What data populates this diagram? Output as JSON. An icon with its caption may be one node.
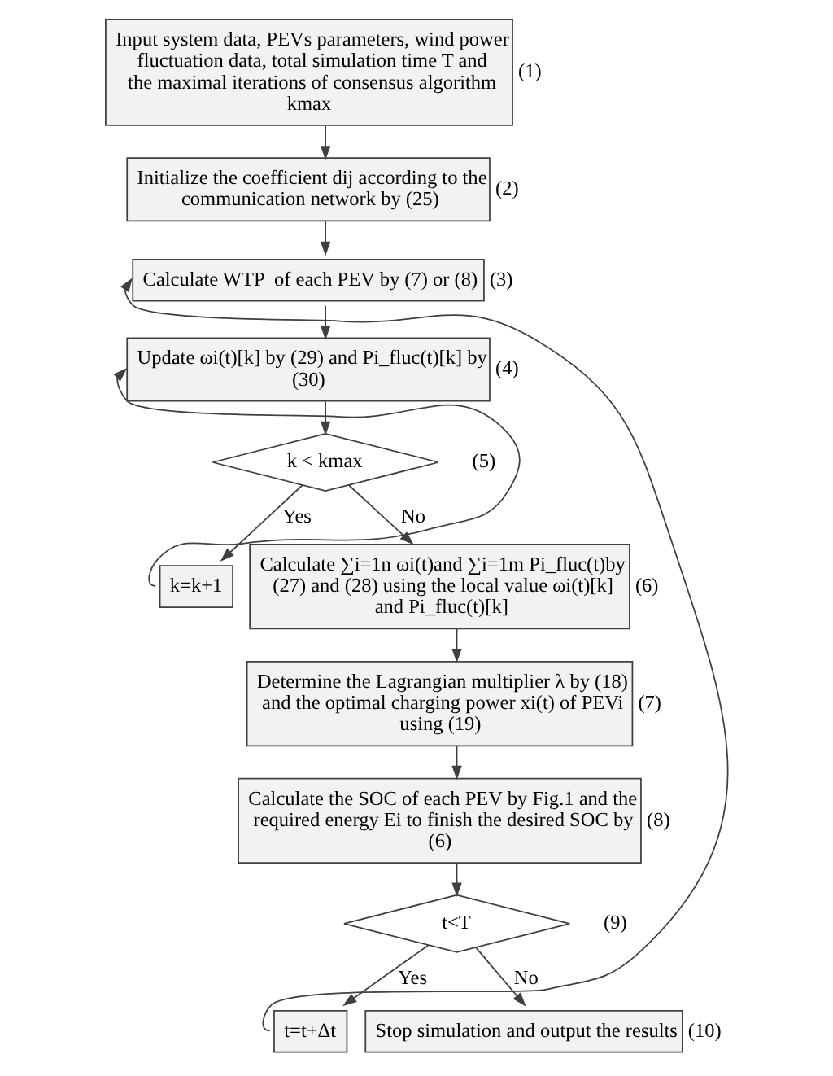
{
  "diagram": {
    "nodes": [
      {
        "text": [
          "Input system data, PEVs parameters, wind power fluctuation data, total simulation time T and the maximal iterations of consensus algorithm kmax"
        ],
        "beside": [
          "(1)"
        ]
      },
      {
        "text": [
          "Initialize the coefficient dij according to the communication network by (25)"
        ],
        "beside": [
          "(2)"
        ]
      },
      {
        "text": [
          "Calculate WTP  of each PEV by (7) or (8)"
        ],
        "beside": [
          "(3)"
        ]
      },
      {
        "text": [
          "Update ωi(t)[k] by (29) and Pi_fluc(t)[k] by (30)"
        ],
        "beside": [
          "(4)"
        ]
      },
      {
        "text": [
          "k < kmax"
        ],
        "beside": [
          "(5)"
        ]
      },
      {
        "text": [
          "k=k+1"
        ]
      },
      {
        "text": [
          "Calculate ∑i=1n ωi(t)and ∑i=1m Pi_fluc(t)by (27) and (28) using the local value ωi(t)[k] and Pi_fluc(t)[k]"
        ],
        "beside": [
          "(6)"
        ]
      },
      {
        "text": [
          "Determine the Lagrangian multiplier λ by (18) and the optimal charging power xi(t) of PEVi using (19)"
        ],
        "beside": [
          "(7)"
        ]
      },
      {
        "text": [
          "Calculate the SOC of each PEV by Fig.1 and the required energy Ei to finish the desired SOC by (6)"
        ],
        "beside": [
          "(8)"
        ]
      },
      {
        "text": [
          "t<T"
        ],
        "beside": [
          "(9)"
        ]
      },
      {
        "text": [
          "t=t+Δt"
        ]
      },
      {
        "text": [
          "Stop simulation and output the results"
        ],
        "beside": [
          "(10)"
        ]
      }
    ],
    "edges": [
      {
        "from": 0,
        "to": 1,
        "arrow": "to"
      },
      {
        "from": 1,
        "to": 2,
        "arrow": "to"
      },
      {
        "from": 2,
        "to": 3,
        "arrow": "to"
      },
      {
        "from": 3,
        "to": 4,
        "arrow": "to"
      },
      {
        "from": 4,
        "to": 5,
        "arrow": "to",
        "label": "Yes"
      },
      {
        "from": 5,
        "to": 3,
        "arrow": "to"
      },
      {
        "from": 4,
        "to": 6,
        "arrow": "to",
        "label": "No"
      },
      {
        "from": 6,
        "to": 7,
        "arrow": "to"
      },
      {
        "from": 7,
        "to": 8,
        "arrow": "to"
      },
      {
        "from": 8,
        "to": 9,
        "arrow": "to"
      },
      {
        "from": 9,
        "to": 10,
        "arrow": "to",
        "label": "Yes"
      },
      {
        "from": 10,
        "to": 2,
        "arrow": "to"
      },
      {
        "from": 9,
        "to": 11,
        "arrow": "to",
        "label": "No"
      }
    ]
  }
}
